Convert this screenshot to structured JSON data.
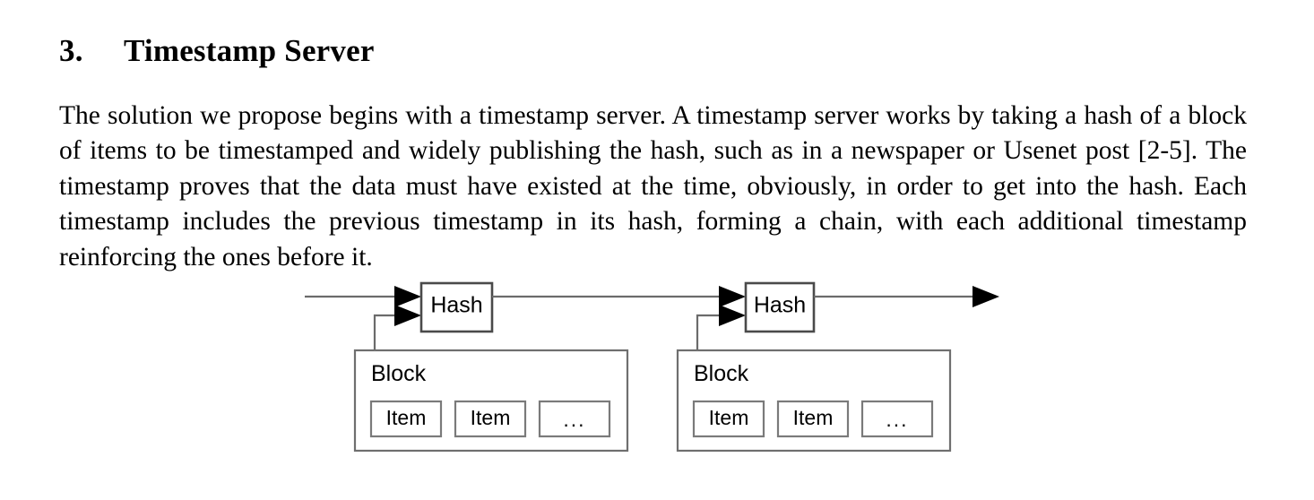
{
  "document": {
    "section": {
      "number": "3.",
      "title": "Timestamp Server"
    },
    "paragraph": "The solution we propose begins with a timestamp server.  A timestamp server works by taking a hash of a block of items to be timestamped and widely publishing the hash, such as in a newspaper or Usenet post [2-5].  The timestamp proves that the data must have existed at the time, obviously, in order to get into the hash.  Each timestamp includes the previous timestamp in its hash, forming a chain, with each additional timestamp reinforcing the ones before it."
  },
  "diagram": {
    "name": "timestamp-server-chain-diagram",
    "hash_nodes": [
      {
        "label": "Hash"
      },
      {
        "label": "Hash"
      }
    ],
    "blocks": [
      {
        "label": "Block",
        "items": [
          {
            "label": "Item"
          },
          {
            "label": "Item"
          },
          {
            "label": "..."
          }
        ]
      },
      {
        "label": "Block",
        "items": [
          {
            "label": "Item"
          },
          {
            "label": "Item"
          },
          {
            "label": "..."
          }
        ]
      }
    ]
  },
  "colors": {
    "page_background": "#ffffff",
    "text": "#000000",
    "box_stroke": "#6f6f6f",
    "hash_box_stroke": "#4a4a4a",
    "connector": "#6b6b6b",
    "arrowhead": "#000000"
  }
}
